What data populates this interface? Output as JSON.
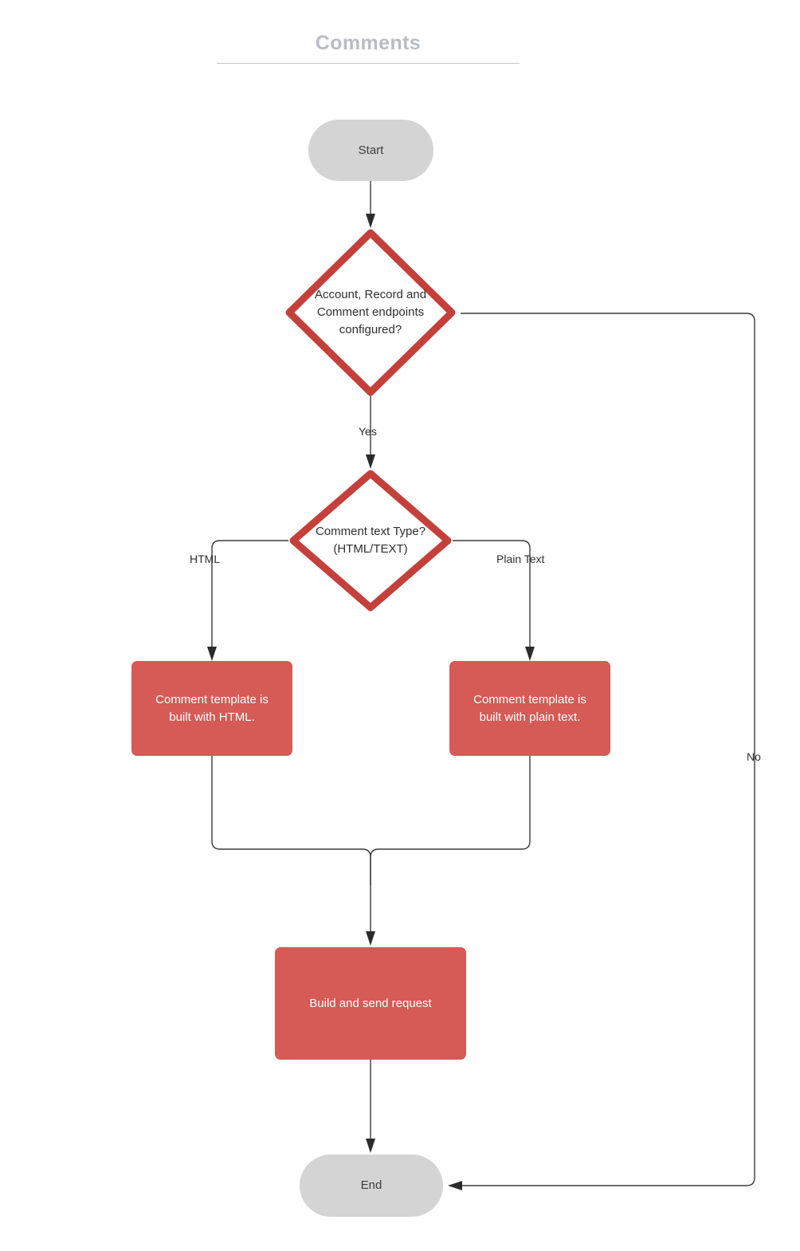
{
  "diagram": {
    "title": "Comments",
    "type": "flowchart",
    "colors": {
      "terminator_fill": "#d4d4d4",
      "process_fill": "#d65a55",
      "decision_stroke": "#c4403b",
      "decision_fill": "#ffffff",
      "edge_stroke": "#3b3b3b",
      "title_text": "#b9bcc4",
      "process_text": "#ffffff",
      "node_text": "#2f2f2f",
      "background": "#ffffff"
    },
    "nodes": [
      {
        "id": "start",
        "shape": "terminator",
        "label": "Start"
      },
      {
        "id": "decision1",
        "shape": "decision",
        "label": "Account, Record and\nComment endpoints\nconfigured?"
      },
      {
        "id": "decision2",
        "shape": "decision",
        "label": "Comment text Type?\n(HTML/TEXT)"
      },
      {
        "id": "html_box",
        "shape": "process",
        "label": "Comment  template is\nbuilt with HTML."
      },
      {
        "id": "plain_box",
        "shape": "process",
        "label": "Comment  template is\nbuilt with plain text."
      },
      {
        "id": "build_send",
        "shape": "process",
        "label": "Build and send request"
      },
      {
        "id": "end",
        "shape": "terminator",
        "label": "End"
      }
    ],
    "edges": [
      {
        "id": "start-d1",
        "from": "start",
        "to": "decision1",
        "label": ""
      },
      {
        "id": "d1-yes",
        "from": "decision1",
        "to": "decision2",
        "label": "Yes"
      },
      {
        "id": "d1-no",
        "from": "decision1",
        "to": "end",
        "label": "No"
      },
      {
        "id": "d2-html",
        "from": "decision2",
        "to": "html_box",
        "label": "HTML"
      },
      {
        "id": "d2-plain",
        "from": "decision2",
        "to": "plain_box",
        "label": "Plain Text"
      },
      {
        "id": "html-merge",
        "from": "html_box",
        "to": "build_send",
        "label": ""
      },
      {
        "id": "plain-merge",
        "from": "plain_box",
        "to": "build_send",
        "label": ""
      },
      {
        "id": "build-end",
        "from": "build_send",
        "to": "end",
        "label": ""
      }
    ]
  }
}
